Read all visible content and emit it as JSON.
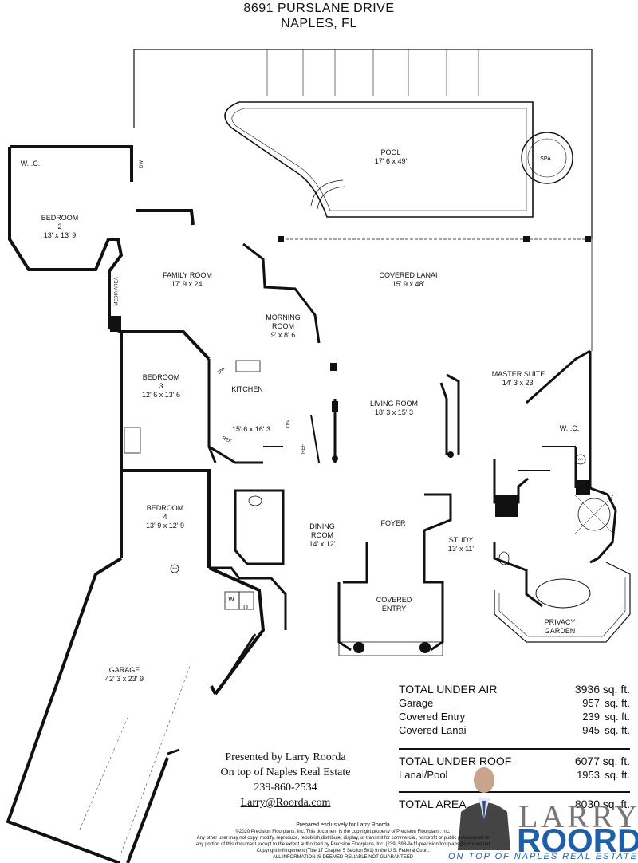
{
  "header": {
    "address_line1": "8691 PURSLANE DRIVE",
    "address_line2": "NAPLES, FL"
  },
  "rooms": {
    "pool": {
      "name": "POOL",
      "dim": "17' 6 x 49'"
    },
    "spa": {
      "name": "SPA"
    },
    "wic_left": {
      "name": "W.I.C."
    },
    "bedroom2": {
      "name": "BEDROOM",
      "num": "2",
      "dim": "13' x 13' 9"
    },
    "family": {
      "name": "FAMILY ROOM",
      "dim": "17' 9 x 24'"
    },
    "media": {
      "name": "MEDIA AREA"
    },
    "covered_lanai": {
      "name": "COVERED LANAI",
      "dim": "15' 9 x 48'"
    },
    "morning": {
      "name": "MORNING",
      "name2": "ROOM",
      "dim": "9' x 8' 6"
    },
    "bedroom3": {
      "name": "BEDROOM",
      "num": "3",
      "dim": "12' 6 x 13' 6"
    },
    "kitchen": {
      "name": "KITCHEN",
      "dim": "15' 6 x 16' 3"
    },
    "living": {
      "name": "LIVING ROOM",
      "dim": "18' 3 x 15' 3"
    },
    "master": {
      "name": "MASTER SUITE",
      "dim": "14' 3 x 23'"
    },
    "wic_right": {
      "name": "W.I.C."
    },
    "bedroom4": {
      "name": "BEDROOM",
      "num": "4",
      "dim": "13' 9 x 12' 9"
    },
    "dining": {
      "name": "DINING",
      "name2": "ROOM",
      "dim": "14' x 12'"
    },
    "foyer": {
      "name": "FOYER"
    },
    "study": {
      "name": "STUDY",
      "dim": "13' x 11'"
    },
    "covered_entry": {
      "name": "COVERED",
      "name2": "ENTRY"
    },
    "privacy": {
      "name": "PRIVACY",
      "name2": "GARDEN"
    },
    "garage": {
      "name": "GARAGE",
      "dim": "42' 3 x 23' 9"
    }
  },
  "fixtures": {
    "dw1": "DW",
    "dw2": "DW",
    "ref1": "REF",
    "ref2": "REF",
    "wh1": "WH",
    "wh2": "WH",
    "w": "W",
    "d": "D",
    "ov": "O/V"
  },
  "areas": [
    {
      "label": "TOTAL UNDER AIR",
      "value": "3936",
      "unit": "sq. ft."
    },
    {
      "label": "Garage",
      "value": "957",
      "unit": "sq. ft."
    },
    {
      "label": "Covered Entry",
      "value": "239",
      "unit": "sq. ft."
    },
    {
      "label": "Covered Lanai",
      "value": "945",
      "unit": "sq. ft."
    },
    {
      "label": "TOTAL UNDER ROOF",
      "value": "6077",
      "unit": "sq. ft."
    },
    {
      "label": "Lanai/Pool",
      "value": "1953",
      "unit": "sq. ft."
    },
    {
      "label": "TOTAL AREA",
      "value": "8030",
      "unit": "sq. ft."
    }
  ],
  "presenter": {
    "line1": "Presented by Larry Roorda",
    "line2": "On top of Naples Real Estate",
    "phone": "239-860-2534",
    "email": "Larry@Roorda.com"
  },
  "footer": {
    "prepared": "Prepared exclusively for Larry Roorda",
    "l1": "©2020 Precision Floorplans, Inc.  This document is the copyright property of Precision Floorplans, Inc.",
    "l2": "Any other user may not copy, modify, reproduce, republish,distribute, display, or transmit for commercial, nonprofit or public purposes all or",
    "l3": "any portion of this document except to the extent authorized by Precision Floorplans, Inc. (239) 598-9411/precisionfloorplans@comcast.net",
    "l4": "Copyright infringement (Title 17 Chapter 5 Section 501) in the U.S. Federal Court.",
    "l5": "ALL INFORMATION IS DEEMED RELIABLE NOT GUARANTEED"
  },
  "brand": {
    "larry": "LARRY",
    "roorda": "ROORDA",
    "tagline": "ON TOP OF NAPLES REAL ESTATE"
  }
}
